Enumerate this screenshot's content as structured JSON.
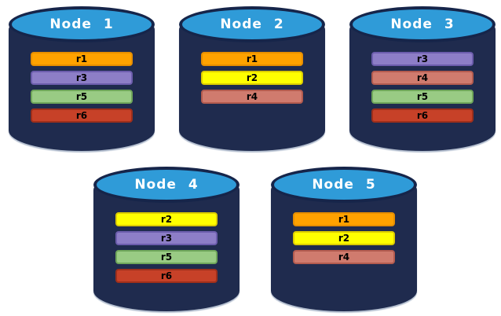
{
  "diagram": {
    "description": "Five database nodes with replicated partitions",
    "background": "#FFFFFF"
  },
  "colors": {
    "body": "#1F2B4E",
    "top": "#2F9BD8",
    "topBorder": "#16254A",
    "nodeLabel": "#FFFFFF",
    "barLabel": "#000000"
  },
  "replicaColors": {
    "r1": {
      "fill": "#FFA200",
      "border": "#E68E00"
    },
    "r2": {
      "fill": "#FFFF00",
      "border": "#DCCC00"
    },
    "r3": {
      "fill": "#8D7EC7",
      "border": "#6C5DAD"
    },
    "r4": {
      "fill": "#D07B6E",
      "border": "#B35B4F"
    },
    "r5": {
      "fill": "#99CB84",
      "border": "#6FA65A"
    },
    "r6": {
      "fill": "#C74128",
      "border": "#9E2F1B"
    }
  },
  "nodes": [
    {
      "label": "Node 1",
      "replicas": [
        "r1",
        "r3",
        "r5",
        "r6"
      ]
    },
    {
      "label": "Node 2",
      "replicas": [
        "r1",
        "r2",
        "r4"
      ]
    },
    {
      "label": "Node 3",
      "replicas": [
        "r3",
        "r4",
        "r5",
        "r6"
      ]
    },
    {
      "label": "Node 4",
      "replicas": [
        "r2",
        "r3",
        "r5",
        "r6"
      ]
    },
    {
      "label": "Node 5",
      "replicas": [
        "r1",
        "r2",
        "r4"
      ]
    }
  ]
}
